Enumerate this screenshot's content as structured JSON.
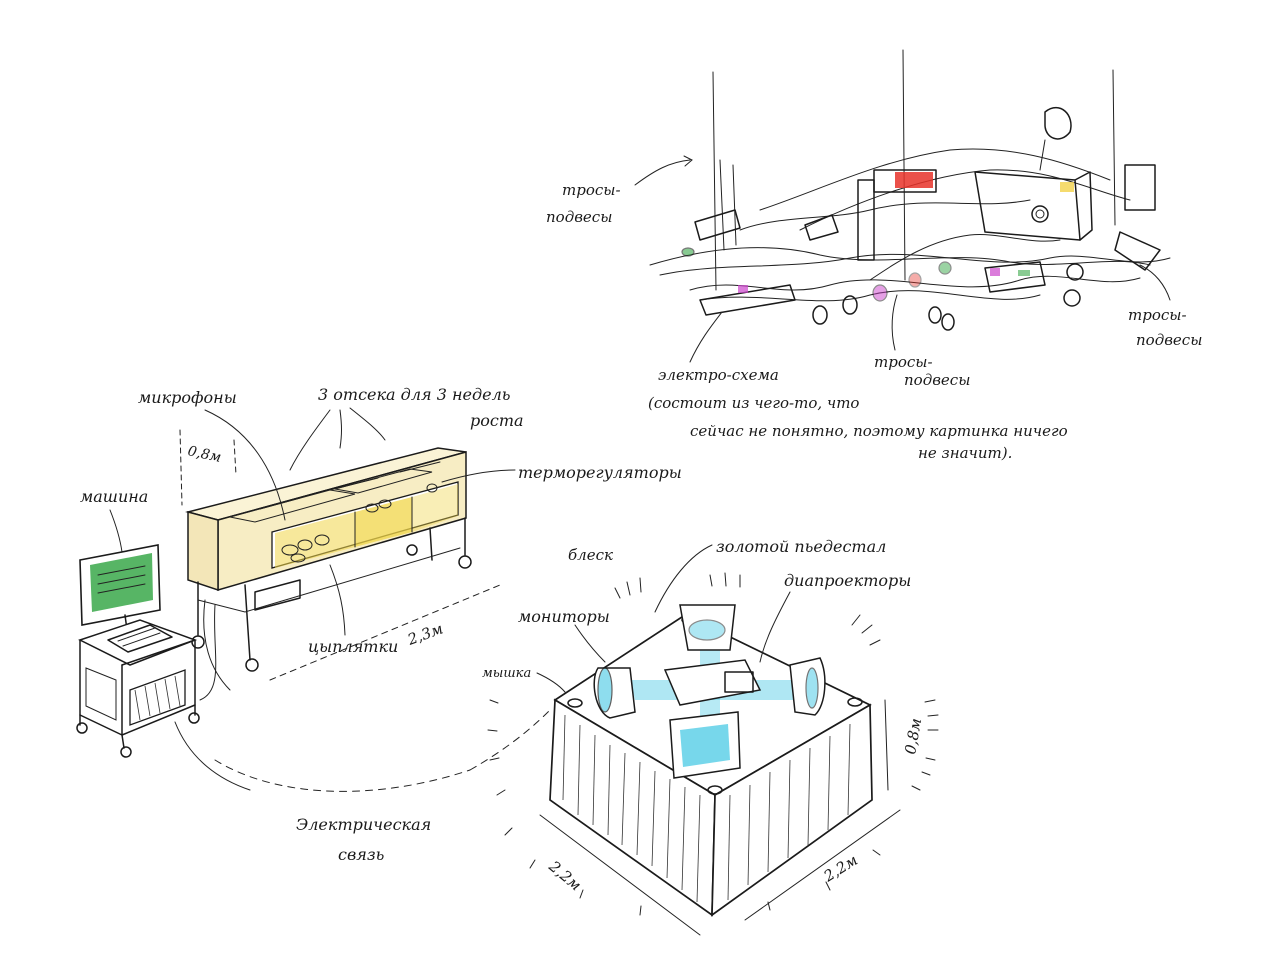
{
  "labels": {
    "cables_top": [
      "тросы-",
      "подвесы"
    ],
    "cables_right": [
      "тросы-",
      "подвесы"
    ],
    "cables_center": [
      "тросы-",
      "подвесы"
    ],
    "circuit": "электро-схема",
    "circuit_note": [
      "(состоит из чего-то, что",
      "сейчас не понятно, поэтому картинка ничего",
      "не значит)."
    ],
    "microphones": "микрофоны",
    "compartments": [
      "3 отсека для 3 недель",
      "роста"
    ],
    "height_left": "0,8м",
    "thermoregulators": "терморегуляторы",
    "machine": "машина",
    "chicks": "цыплятки",
    "length_left": "2,3м",
    "gold_pedestal": "золотой пьедестал",
    "shine": "блеск",
    "slide_projectors": "диапроекторы",
    "monitors": "мониторы",
    "mouse": "мышка",
    "height_right": "0,8м",
    "electrical_link": [
      "Электрическая",
      "связь"
    ],
    "width_front": "2,2м",
    "width_side": "2,2м"
  },
  "colors": {
    "ink": "#1b1b1b",
    "incubator_tint": "#f7edc4",
    "compartment_yellow": "#f0d548",
    "screen_green": "#3aa84a",
    "projector_cyan": "#5fd0e8",
    "thermo_red": "#e8322a",
    "magenta": "#cc44cc",
    "orange": "#f2a030"
  }
}
